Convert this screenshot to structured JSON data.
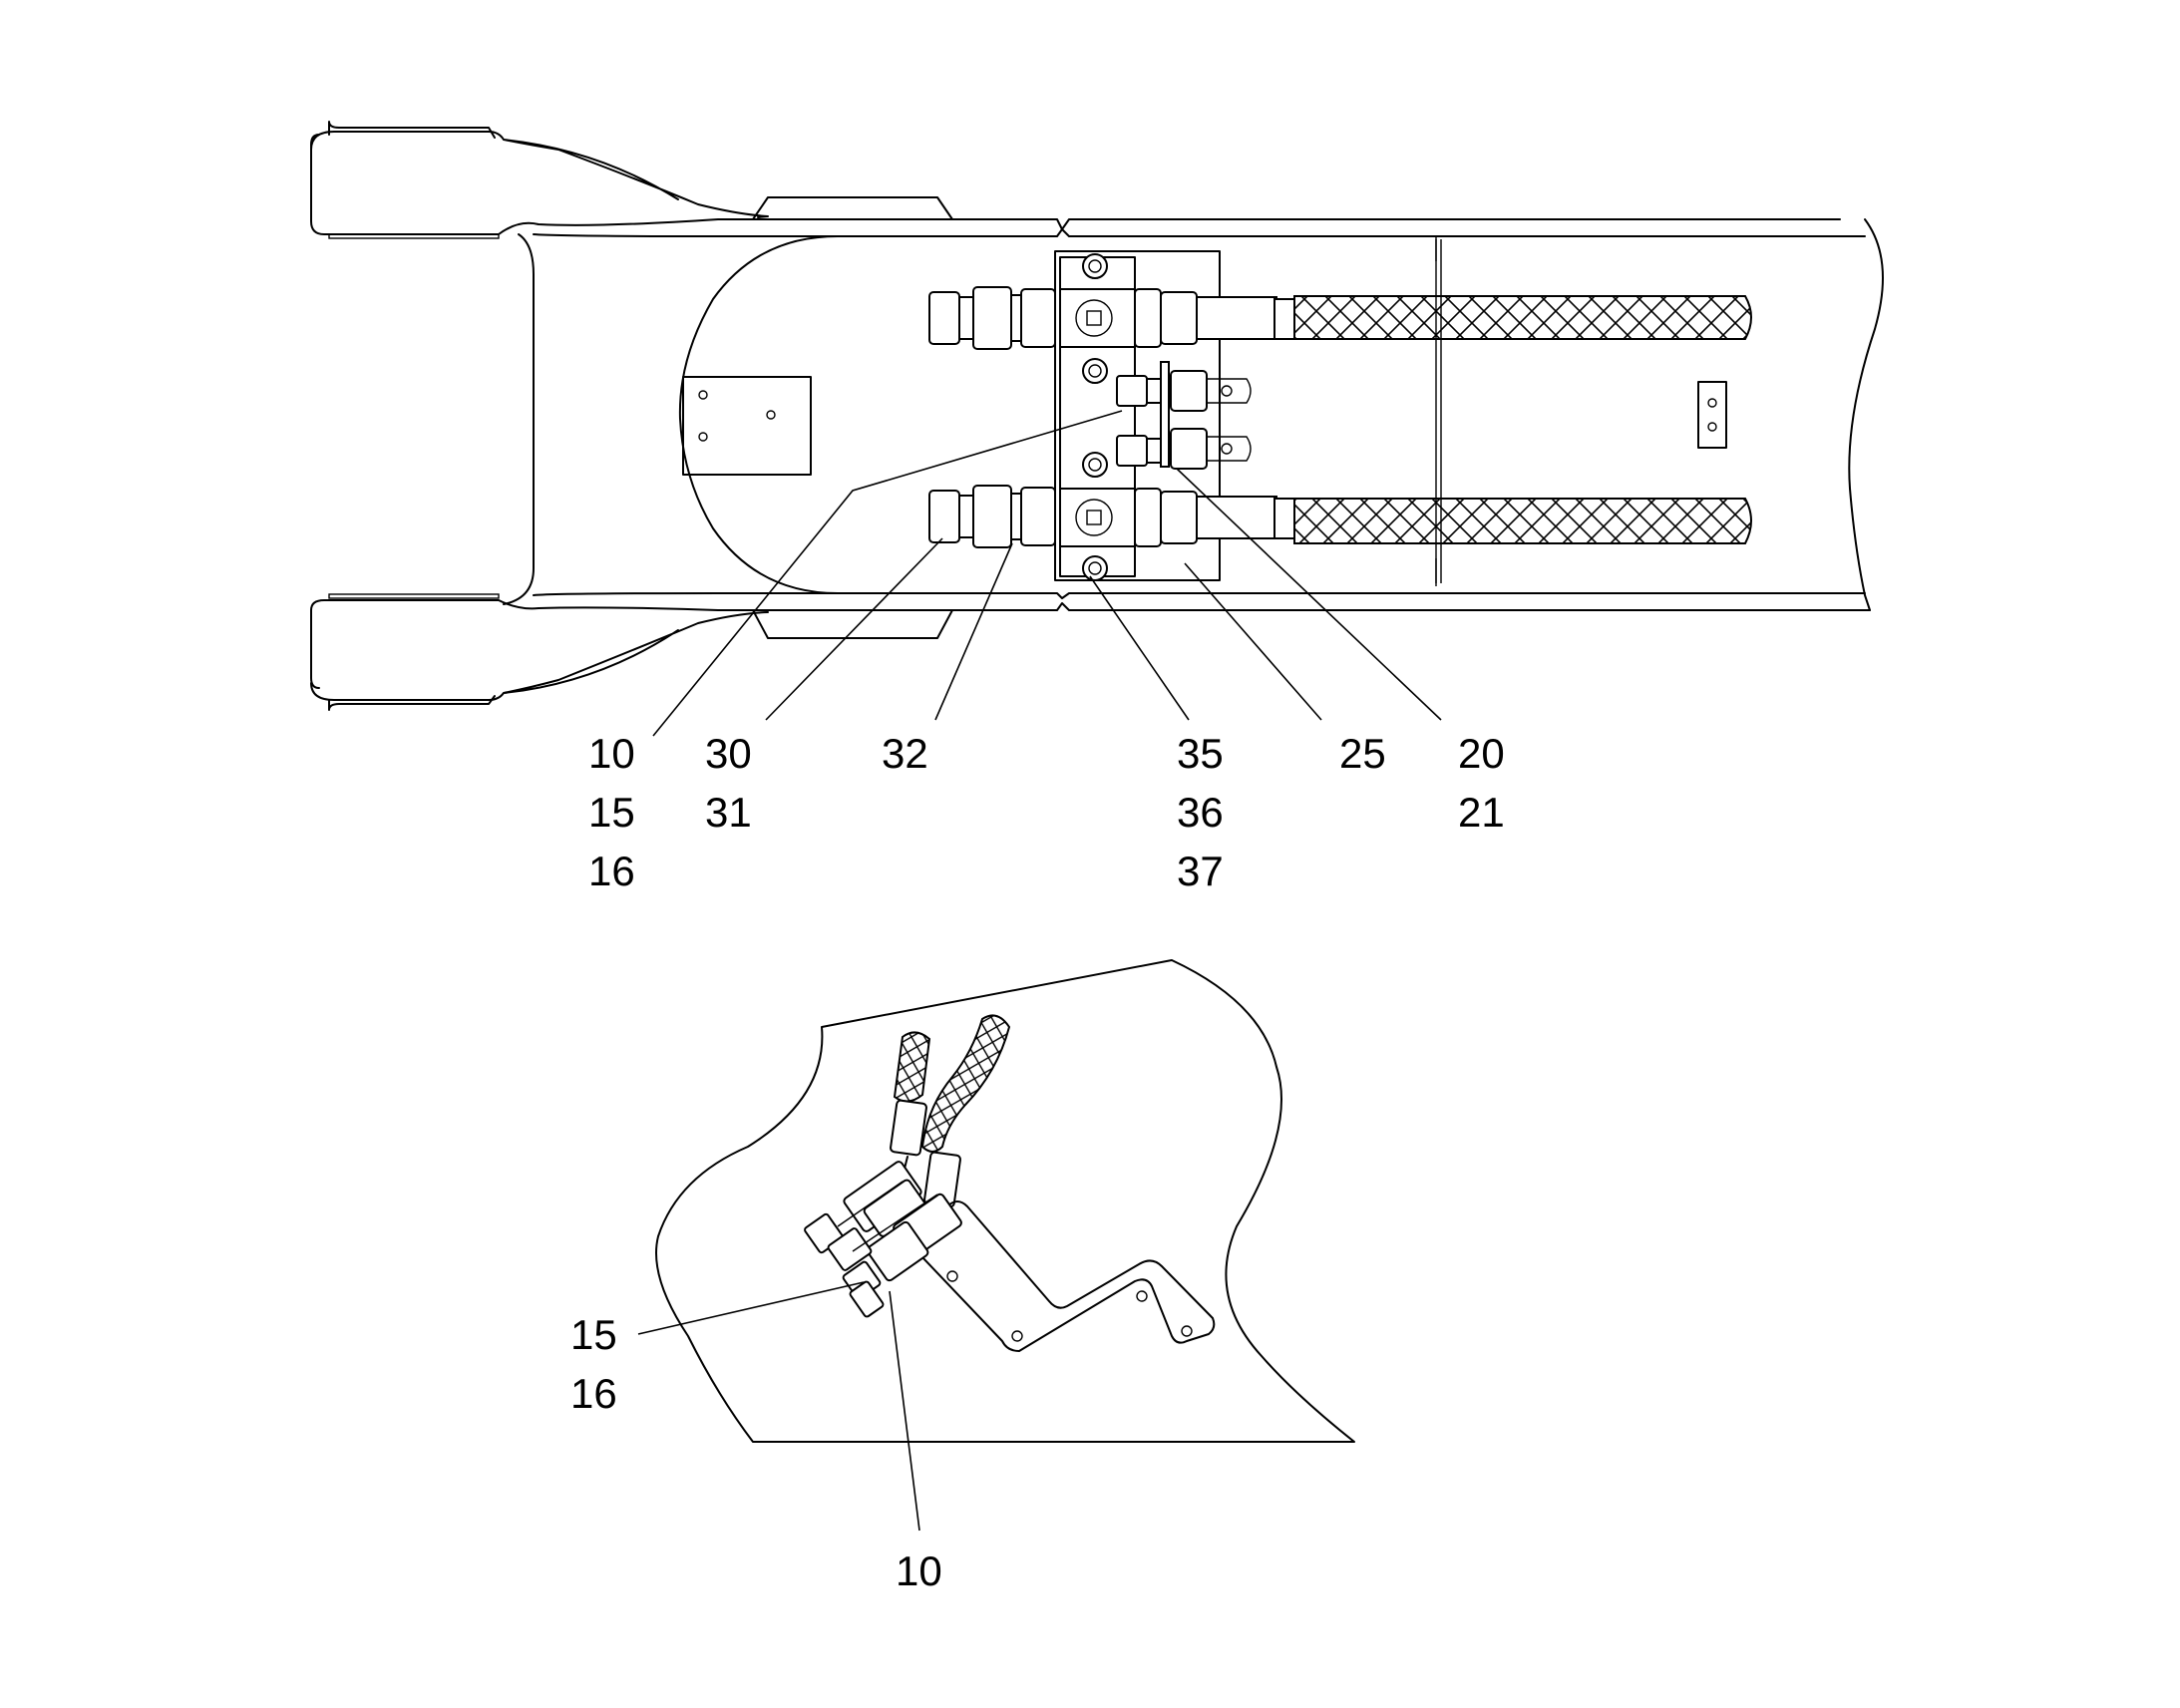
{
  "figure": {
    "top_view": {
      "callouts": [
        {
          "lines": [
            "10",
            "15",
            "16"
          ]
        },
        {
          "lines": [
            "30",
            "31"
          ]
        },
        {
          "lines": [
            "32"
          ]
        },
        {
          "lines": [
            "35",
            "36",
            "37"
          ]
        },
        {
          "lines": [
            "25"
          ]
        },
        {
          "lines": [
            "20",
            "21"
          ]
        }
      ]
    },
    "detail_view": {
      "callouts": [
        {
          "lines": [
            "15",
            "16"
          ]
        },
        {
          "lines": [
            "10"
          ]
        }
      ]
    }
  }
}
